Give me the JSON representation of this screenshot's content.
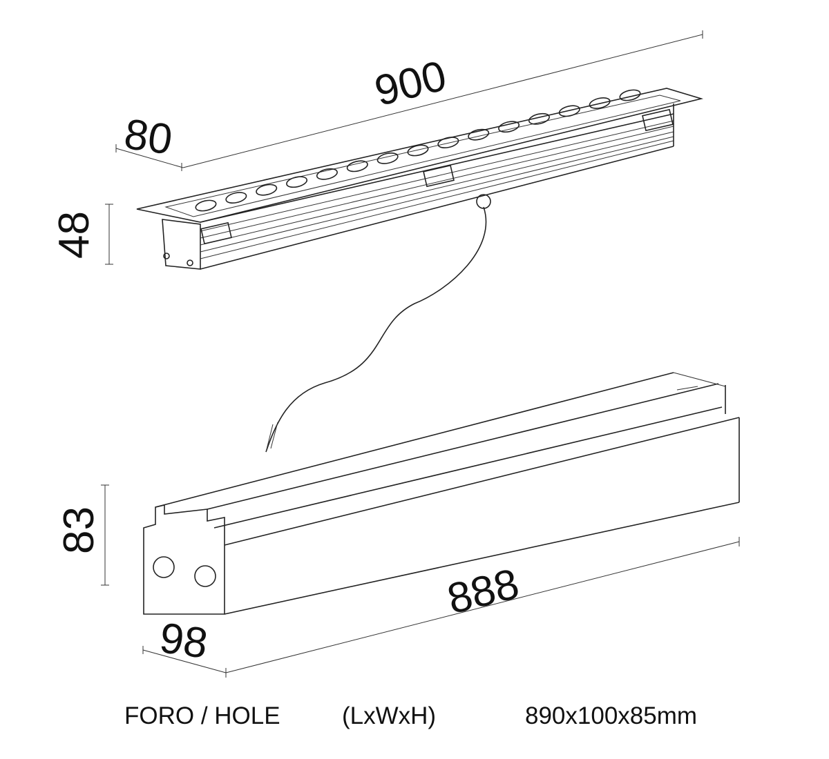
{
  "dimensions": {
    "fixture_length": "900",
    "fixture_width": "80",
    "fixture_height": "48",
    "box_height": "83",
    "box_length": "888",
    "box_width": "98"
  },
  "caption": {
    "label": "FORO / HOLE",
    "format": "(LxWxH)",
    "value": "890x100x85mm"
  }
}
